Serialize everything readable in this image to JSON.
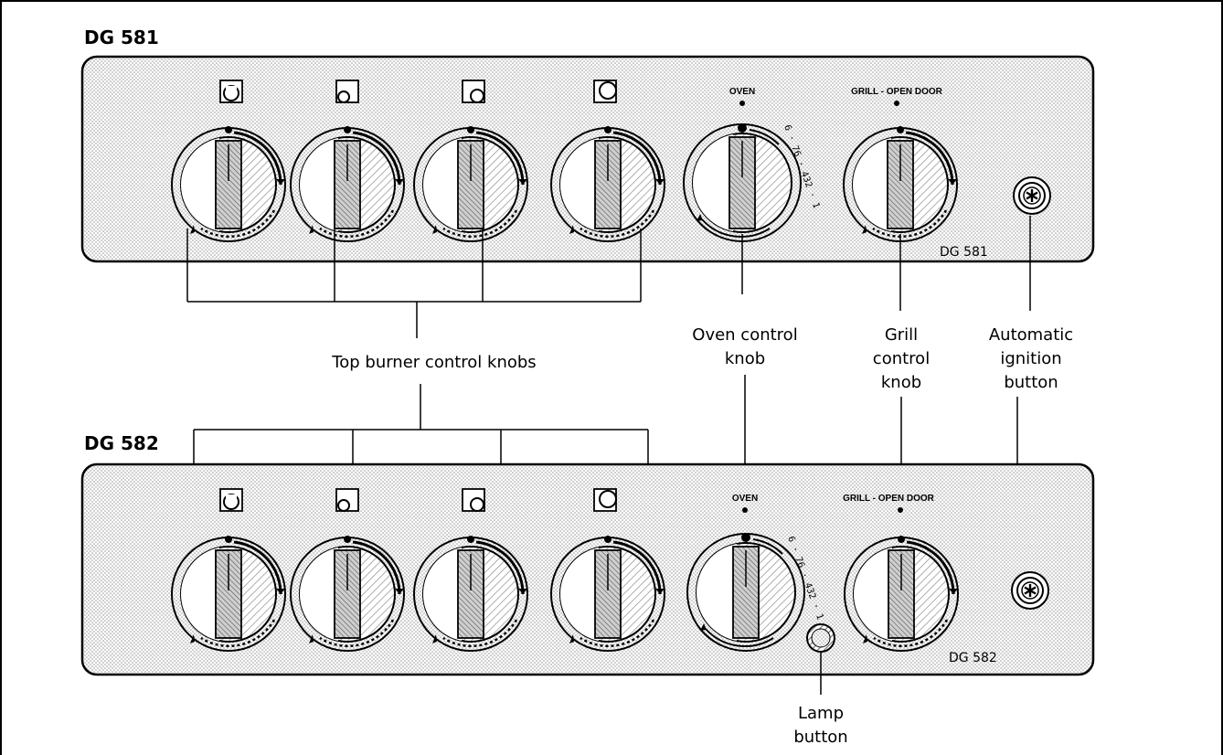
{
  "panels": [
    {
      "title": "DG 581",
      "model_label": "DG 581",
      "oven_label": "OVEN",
      "grill_label": "GRILL - OPEN DOOR",
      "oven_scale": "6 · 76 · 432 · 1",
      "has_lamp_button": false
    },
    {
      "title": "DG 582",
      "model_label": "DG 582",
      "oven_label": "OVEN",
      "grill_label": "GRILL - OPEN DOOR",
      "oven_scale": "6 · 76 · 432 · 1",
      "has_lamp_button": true
    }
  ],
  "callouts": {
    "top_burner": "Top burner control knobs",
    "oven": [
      "Oven control",
      "knob"
    ],
    "grill": [
      "Grill",
      "control",
      "knob"
    ],
    "ignition": [
      "Automatic",
      "ignition",
      "button"
    ],
    "lamp": [
      "Lamp",
      "button"
    ]
  }
}
